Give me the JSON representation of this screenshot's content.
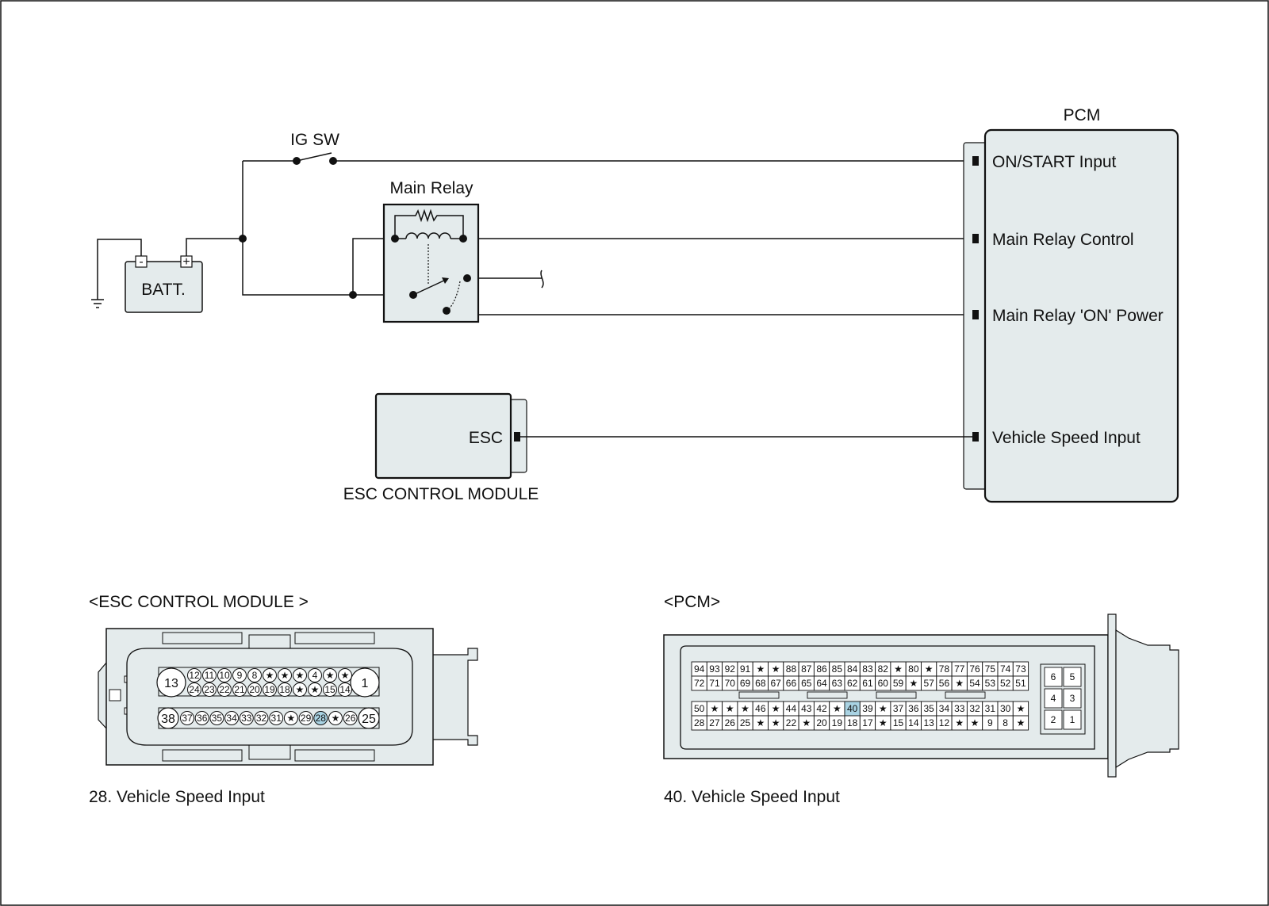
{
  "colors": {
    "box_fill": "#e4ebec",
    "stroke": "#111111",
    "highlight": "#a9d3e3"
  },
  "schematic": {
    "ig_sw": "IG SW",
    "main_relay": "Main Relay",
    "battery": "BATT.",
    "battery_minus": "-",
    "battery_plus": "+",
    "pcm_title": "PCM",
    "pcm_pins": [
      "ON/START Input",
      "Main Relay Control",
      "Main Relay 'ON' Power",
      "Vehicle Speed Input"
    ],
    "esc_label": "ESC",
    "esc_module": "ESC CONTROL MODULE"
  },
  "connectors": {
    "esc": {
      "title": "<ESC CONTROL MODULE >",
      "caption": "28. Vehicle Speed Input",
      "big_pins": [
        "13",
        "1",
        "38",
        "25"
      ],
      "row1": [
        "12",
        "11",
        "10",
        "9",
        "8",
        "★",
        "★",
        "★",
        "4",
        "★",
        "★"
      ],
      "row2": [
        "24",
        "23",
        "22",
        "21",
        "20",
        "19",
        "18",
        "★",
        "★",
        "15",
        "14"
      ],
      "row3": [
        "37",
        "36",
        "35",
        "34",
        "33",
        "32",
        "31",
        "★",
        "29",
        "28",
        "★",
        "26"
      ],
      "highlight": "28"
    },
    "pcm": {
      "title": "<PCM>",
      "caption": "40. Vehicle Speed Input",
      "row1": [
        "94",
        "93",
        "92",
        "91",
        "★",
        "★",
        "88",
        "87",
        "86",
        "85",
        "84",
        "83",
        "82",
        "★",
        "80",
        "★",
        "78",
        "77",
        "76",
        "75",
        "74",
        "73"
      ],
      "row2": [
        "72",
        "71",
        "70",
        "69",
        "68",
        "67",
        "66",
        "65",
        "64",
        "63",
        "62",
        "61",
        "60",
        "59",
        "★",
        "57",
        "56",
        "★",
        "54",
        "53",
        "52",
        "51"
      ],
      "row3": [
        "50",
        "★",
        "★",
        "★",
        "46",
        "★",
        "44",
        "43",
        "42",
        "★",
        "40",
        "39",
        "★",
        "37",
        "36",
        "35",
        "34",
        "33",
        "32",
        "31",
        "30",
        "★"
      ],
      "row4": [
        "28",
        "27",
        "26",
        "25",
        "★",
        "★",
        "22",
        "★",
        "20",
        "19",
        "18",
        "17",
        "★",
        "15",
        "14",
        "13",
        "12",
        "★",
        "★",
        "9",
        "8",
        "★"
      ],
      "side": [
        "6",
        "5",
        "4",
        "3",
        "2",
        "1"
      ],
      "highlight": "40"
    }
  }
}
